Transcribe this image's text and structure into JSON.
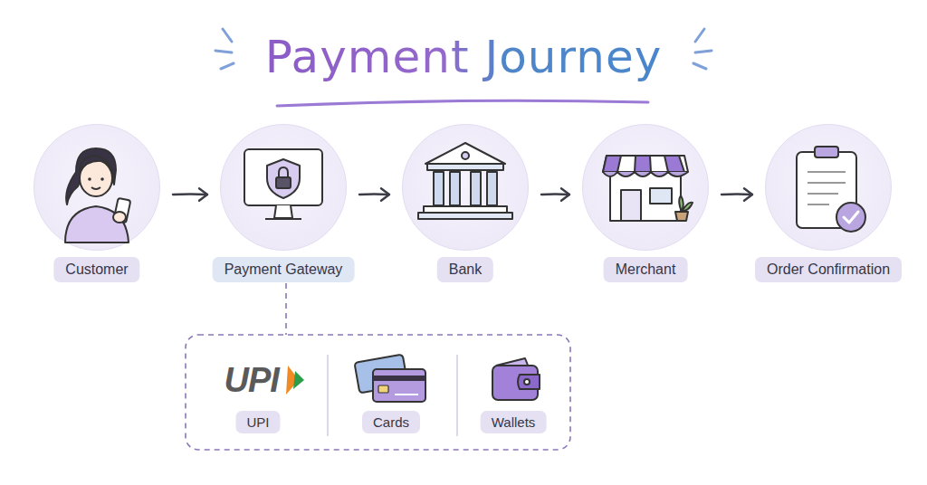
{
  "diagram": {
    "title": "Payment Journey",
    "nodes": [
      {
        "text": [
          "Customer"
        ]
      },
      {
        "text": [
          "Payment Gateway"
        ]
      },
      {
        "text": [
          "Bank"
        ]
      },
      {
        "text": [
          "Merchant"
        ]
      },
      {
        "text": [
          "Order Confirmation"
        ]
      },
      {
        "text": [
          "UPI",
          "UPI"
        ]
      },
      {
        "text": [
          "Cards"
        ]
      },
      {
        "text": [
          "Wallets"
        ]
      }
    ],
    "edges": [
      {
        "from": 0,
        "to": 1,
        "arrow": "to"
      },
      {
        "from": 1,
        "to": 2,
        "arrow": "to"
      },
      {
        "from": 2,
        "to": 3,
        "arrow": "to"
      },
      {
        "from": 3,
        "to": 4,
        "arrow": "to"
      }
    ]
  }
}
